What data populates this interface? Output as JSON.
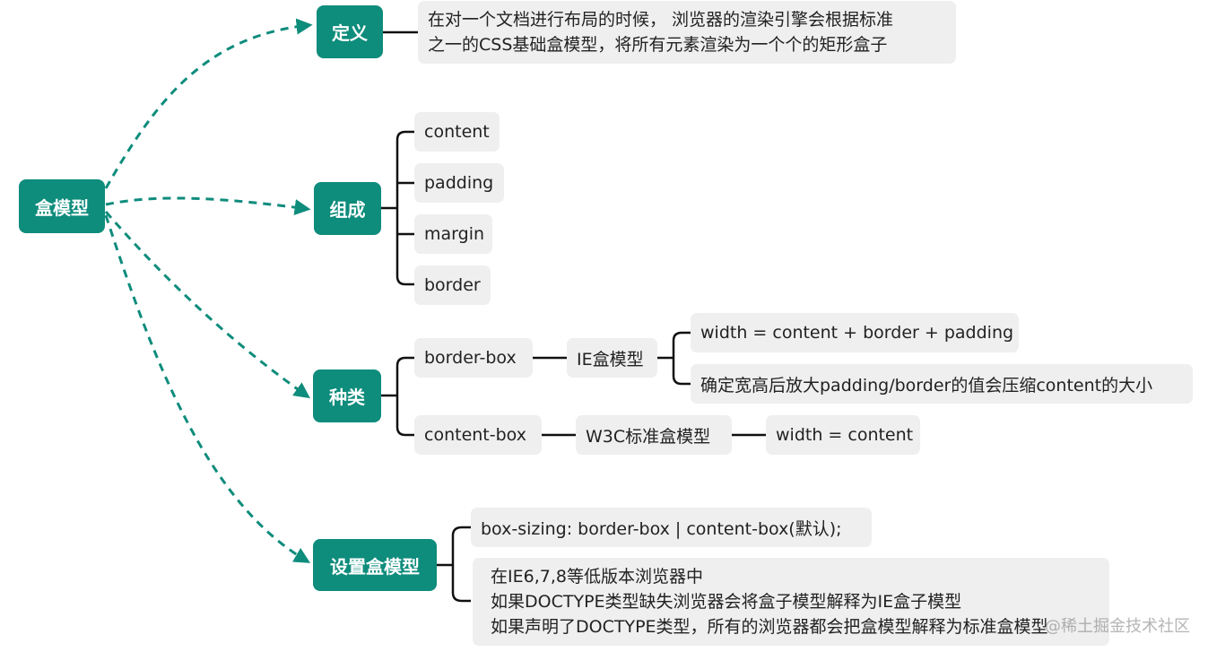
{
  "root": {
    "label": "盒模型"
  },
  "branches": {
    "definition": {
      "label": "定义",
      "lines": [
        "在对一个文档进行布局的时候， 浏览器的渲染引擎会根据标准",
        "之一的CSS基础盒模型，将所有元素渲染为一个个的矩形盒子"
      ]
    },
    "composition": {
      "label": "组成",
      "items": [
        "content",
        "padding",
        "margin",
        "border"
      ]
    },
    "types": {
      "label": "种类",
      "border_box": {
        "label": "border-box",
        "model": "IE盒模型",
        "notes": [
          "width = content + border + padding",
          "确定宽高后放大padding/border的值会压缩content的大小"
        ]
      },
      "content_box": {
        "label": "content-box",
        "model": "W3C标准盒模型",
        "note": "width = content"
      }
    },
    "setting": {
      "label": "设置盒模型",
      "syntax": "box-sizing: border-box | content-box(默认);",
      "lines": [
        "在IE6,7,8等低版本浏览器中",
        "如果DOCTYPE类型缺失浏览器会将盒子模型解释为IE盒子模型",
        "如果声明了DOCTYPE类型，所有的浏览器都会把盒模型解释为标准盒模型"
      ]
    }
  },
  "watermark": "@稀土掘金技术社区",
  "colors": {
    "accent": "#0e8c7c",
    "leaf_bg": "#efefef",
    "line": "#111111"
  }
}
